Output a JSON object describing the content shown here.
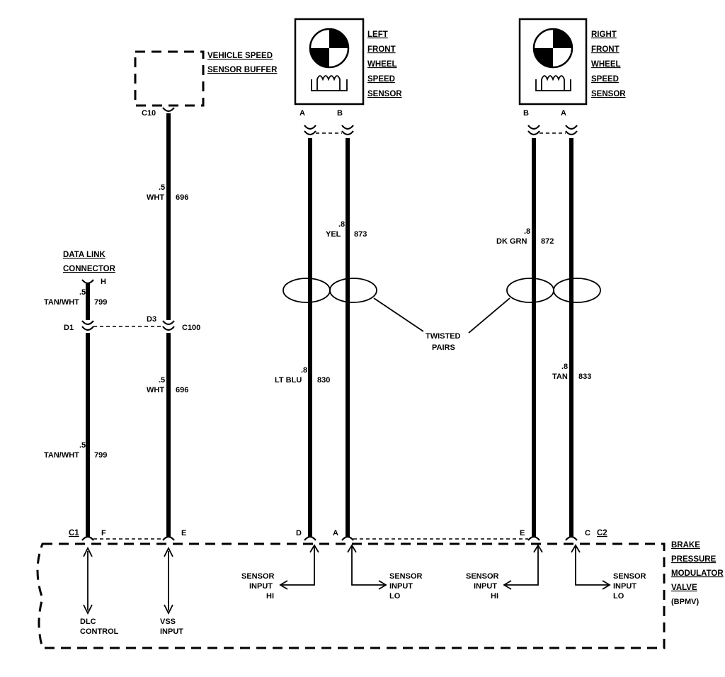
{
  "components": {
    "vss_buffer": {
      "line1": "VEHICLE SPEED",
      "line2": "SENSOR BUFFER"
    },
    "left_sensor": {
      "l1": "LEFT",
      "l2": "FRONT",
      "l3": "WHEEL",
      "l4": "SPEED",
      "l5": "SENSOR"
    },
    "right_sensor": {
      "l1": "RIGHT",
      "l2": "FRONT",
      "l3": "WHEEL",
      "l4": "SPEED",
      "l5": "SENSOR"
    },
    "dlc": {
      "line1": "DATA LINK",
      "line2": "CONNECTOR",
      "pin": "H"
    },
    "bpmv": {
      "l1": "BRAKE",
      "l2": "PRESSURE",
      "l3": "MODULATOR",
      "l4": "VALVE",
      "l5": "(BPMV)"
    }
  },
  "connectors": {
    "c10": "C10",
    "c100": "C100",
    "d1": "D1",
    "d3": "D3",
    "c1": "C1",
    "c2": "C2",
    "left_a": "A",
    "left_b": "B",
    "right_b": "B",
    "right_a": "A",
    "pin_f": "F",
    "pin_e1": "E",
    "pin_d": "D",
    "pin_a": "A",
    "pin_e2": "E",
    "pin_c": "C"
  },
  "wires": {
    "w799_top": {
      "gauge": ".5",
      "color": "TAN/WHT",
      "circuit": "799"
    },
    "w799_bot": {
      "gauge": ".5",
      "color": "TAN/WHT",
      "circuit": "799"
    },
    "w696_top": {
      "gauge": ".5",
      "color": "WHT",
      "circuit": "696"
    },
    "w696_bot": {
      "gauge": ".5",
      "color": "WHT",
      "circuit": "696"
    },
    "w873": {
      "gauge": ".8",
      "color": "YEL",
      "circuit": "873"
    },
    "w830": {
      "gauge": ".8",
      "color": "LT BLU",
      "circuit": "830"
    },
    "w872": {
      "gauge": ".8",
      "color": "DK GRN",
      "circuit": "872"
    },
    "w833": {
      "gauge": ".8",
      "color": "TAN",
      "circuit": "833"
    }
  },
  "twisted": {
    "line1": "TWISTED",
    "line2": "PAIRS"
  },
  "outputs": {
    "dlc_control": {
      "l1": "DLC",
      "l2": "CONTROL"
    },
    "vss_input": {
      "l1": "VSS",
      "l2": "INPUT"
    },
    "left_hi": {
      "l1": "SENSOR",
      "l2": "INPUT",
      "l3": "HI"
    },
    "left_lo": {
      "l1": "SENSOR",
      "l2": "INPUT",
      "l3": "LO"
    },
    "right_hi": {
      "l1": "SENSOR",
      "l2": "INPUT",
      "l3": "HI"
    },
    "right_lo": {
      "l1": "SENSOR",
      "l2": "INPUT",
      "l3": "LO"
    }
  }
}
